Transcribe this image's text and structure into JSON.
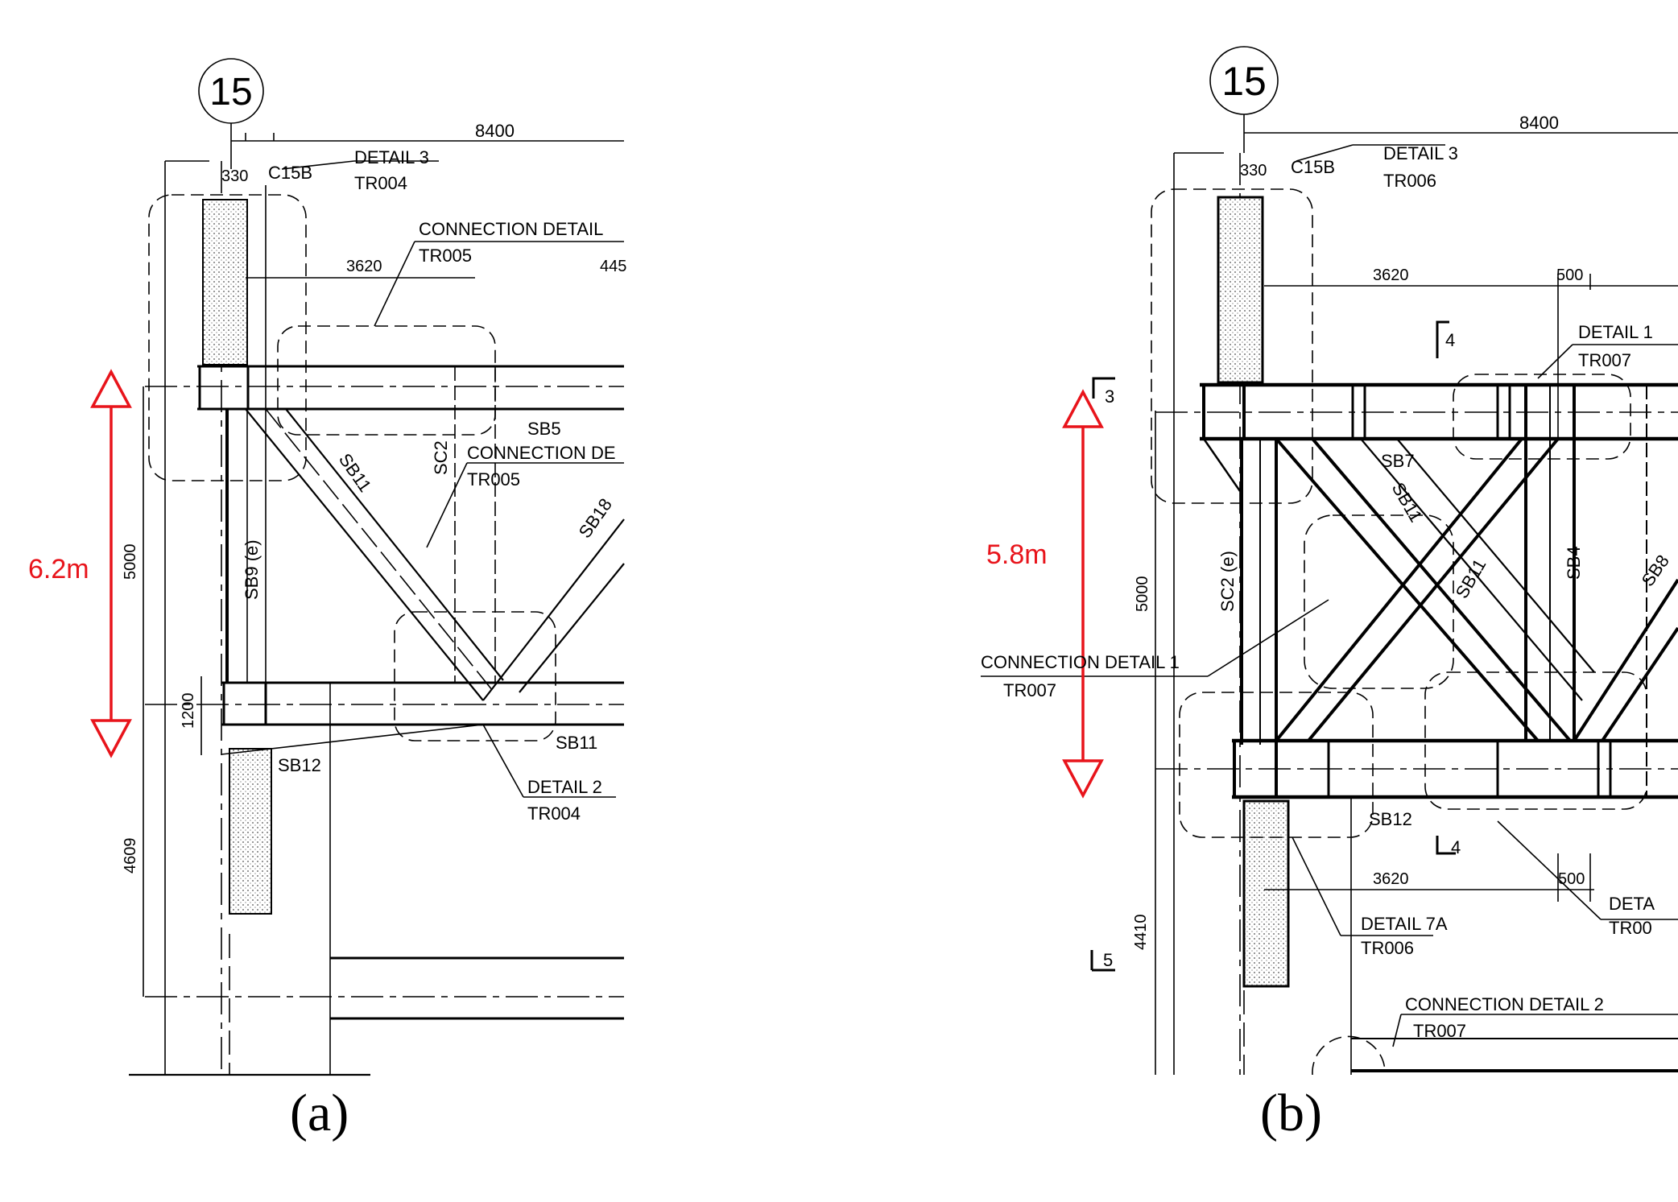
{
  "panel_a": {
    "grid_bubble": "15",
    "dims": {
      "top_span": "8400",
      "col_width": "330",
      "span_3620": "3620",
      "span_445": "445",
      "height_5000": "5000",
      "height_1200": "1200",
      "height_4609": "4609"
    },
    "labels": {
      "c15b": "C15B",
      "detail3_title": "DETAIL  3",
      "detail3_ref": "TR004",
      "conn_top_title": "CONNECTION  DETAIL",
      "conn_top_ref": "TR005",
      "conn_mid_title": "CONNECTION  DE",
      "conn_mid_ref": "TR005",
      "detail2_title": "DETAIL  2",
      "detail2_ref": "TR004",
      "sb5": "SB5",
      "sb11_diag": "SB11",
      "sb11_low": "SB11",
      "sb18": "SB18",
      "sc2": "SC2",
      "sb9": "SB9 (e)",
      "sb12": "SB12"
    },
    "height_marker": "6.2m",
    "caption": "(a)"
  },
  "panel_b": {
    "grid_bubble": "15",
    "dims": {
      "top_span": "8400",
      "col_width": "330",
      "span_3620": "3620",
      "span_500": "500",
      "span_3620_low": "3620",
      "span_500_low": "500",
      "height_5000": "5000",
      "height_4410": "4410"
    },
    "sections": {
      "s3": "3",
      "s4_top": "4",
      "s4_low": "4",
      "s5": "5"
    },
    "labels": {
      "c15b": "C15B",
      "detail3_title": "DETAIL  3",
      "detail3_ref": "TR006",
      "detail1_title": "DETAIL  1",
      "detail1_ref": "TR007",
      "conn1_title": "CONNECTION  DETAIL  1",
      "conn1_ref": "TR007",
      "detail7a_title": "DETAIL  7A",
      "detail7a_ref": "TR006",
      "conn2_title": "CONNECTION  DETAIL  2",
      "conn2_ref": "TR007",
      "deta_title": "DETA",
      "deta_ref": "TR00",
      "sb7": "SB7",
      "sb11_a": "SB11",
      "sb11_b": "SB11",
      "sb4": "SB4",
      "sb8": "SB8",
      "sc2": "SC2 (e)",
      "sb12": "SB12"
    },
    "height_marker": "5.8m",
    "caption": "(b)"
  },
  "colors": {
    "line": "#000000",
    "marker": "#e8141b",
    "hatch": "#8a8a8a"
  }
}
